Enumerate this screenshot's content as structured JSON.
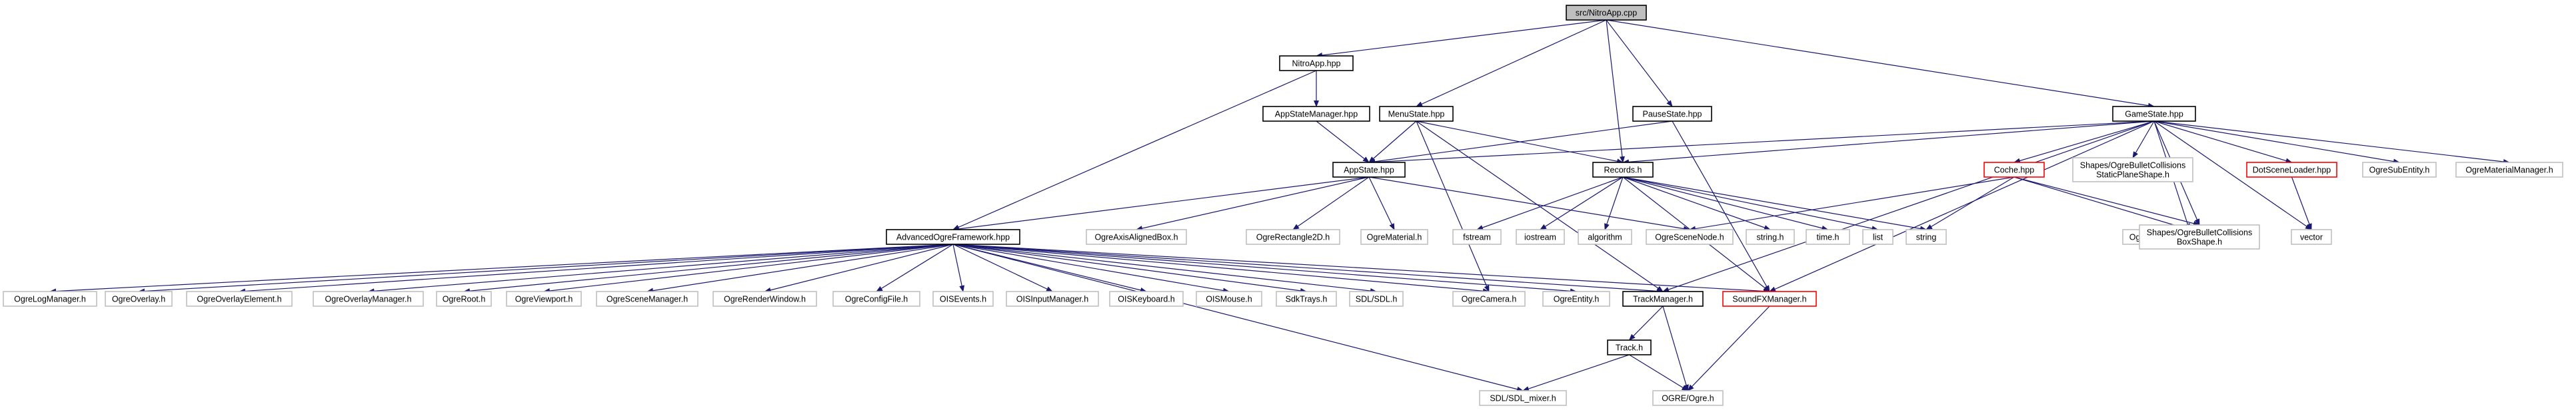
{
  "graph": {
    "root": "src/NitroApp.cpp",
    "colors": {
      "edge": "#191970",
      "border": "#000000",
      "border_grey": "#bfbfbf",
      "border_red": "#ff0000",
      "fill_root": "#bfbfbf",
      "fill": "#ffffff"
    },
    "nodes": [
      {
        "id": "nitroapp_cpp",
        "lines": [
          "src/NitroApp.cpp"
        ],
        "style": "root"
      },
      {
        "id": "nitroapp_hpp",
        "lines": [
          "NitroApp.hpp"
        ],
        "style": "normal"
      },
      {
        "id": "appstatemanager",
        "lines": [
          "AppStateManager.hpp"
        ],
        "style": "normal"
      },
      {
        "id": "menustate",
        "lines": [
          "MenuState.hpp"
        ],
        "style": "normal"
      },
      {
        "id": "pausestate",
        "lines": [
          "PauseState.hpp"
        ],
        "style": "normal"
      },
      {
        "id": "gamestate",
        "lines": [
          "GameState.hpp"
        ],
        "style": "normal"
      },
      {
        "id": "appstate",
        "lines": [
          "AppState.hpp"
        ],
        "style": "normal"
      },
      {
        "id": "records",
        "lines": [
          "Records.h"
        ],
        "style": "normal"
      },
      {
        "id": "coche",
        "lines": [
          "Coche.hpp"
        ],
        "style": "red"
      },
      {
        "id": "staticplane",
        "lines": [
          "Shapes/OgreBulletCollisions",
          "StaticPlaneShape.h"
        ],
        "style": "grey"
      },
      {
        "id": "dotscene",
        "lines": [
          "DotSceneLoader.hpp"
        ],
        "style": "red"
      },
      {
        "id": "ogresubentity",
        "lines": [
          "OgreSubEntity.h"
        ],
        "style": "grey"
      },
      {
        "id": "ogrematerialmanager",
        "lines": [
          "OgreMaterialManager.h"
        ],
        "style": "grey"
      },
      {
        "id": "advancedogre",
        "lines": [
          "AdvancedOgreFramework.hpp"
        ],
        "style": "normal"
      },
      {
        "id": "ogreaxis",
        "lines": [
          "OgreAxisAlignedBox.h"
        ],
        "style": "grey"
      },
      {
        "id": "ogrerect",
        "lines": [
          "OgreRectangle2D.h"
        ],
        "style": "grey"
      },
      {
        "id": "ogrematerial",
        "lines": [
          "OgreMaterial.h"
        ],
        "style": "grey"
      },
      {
        "id": "fstream",
        "lines": [
          "fstream"
        ],
        "style": "grey"
      },
      {
        "id": "iostream",
        "lines": [
          "iostream"
        ],
        "style": "grey"
      },
      {
        "id": "algorithm",
        "lines": [
          "algorithm"
        ],
        "style": "grey"
      },
      {
        "id": "ogrescenenode",
        "lines": [
          "OgreSceneNode.h"
        ],
        "style": "grey"
      },
      {
        "id": "string_h",
        "lines": [
          "string.h"
        ],
        "style": "grey"
      },
      {
        "id": "time_h",
        "lines": [
          "time.h"
        ],
        "style": "grey"
      },
      {
        "id": "list",
        "lines": [
          "list"
        ],
        "style": "grey"
      },
      {
        "id": "string",
        "lines": [
          "string"
        ],
        "style": "grey"
      },
      {
        "id": "ogrebulletrigid",
        "lines": [
          "OgreBulletDynamicsRigidBody.h"
        ],
        "style": "grey"
      },
      {
        "id": "boxshape",
        "lines": [
          "Shapes/OgreBulletCollisions",
          "BoxShape.h"
        ],
        "style": "grey"
      },
      {
        "id": "vector",
        "lines": [
          "vector"
        ],
        "style": "grey"
      },
      {
        "id": "ogrelogmanager",
        "lines": [
          "OgreLogManager.h"
        ],
        "style": "grey"
      },
      {
        "id": "ogreoverlay",
        "lines": [
          "OgreOverlay.h"
        ],
        "style": "grey"
      },
      {
        "id": "ogreoverlayelement",
        "lines": [
          "OgreOverlayElement.h"
        ],
        "style": "grey"
      },
      {
        "id": "ogreoverlaymanager",
        "lines": [
          "OgreOverlayManager.h"
        ],
        "style": "grey"
      },
      {
        "id": "ogreroot",
        "lines": [
          "OgreRoot.h"
        ],
        "style": "grey"
      },
      {
        "id": "ogreviewport",
        "lines": [
          "OgreViewport.h"
        ],
        "style": "grey"
      },
      {
        "id": "ogrescenemanager",
        "lines": [
          "OgreSceneManager.h"
        ],
        "style": "grey"
      },
      {
        "id": "ogrerenderwindow",
        "lines": [
          "OgreRenderWindow.h"
        ],
        "style": "grey"
      },
      {
        "id": "ogreconfigfile",
        "lines": [
          "OgreConfigFile.h"
        ],
        "style": "grey"
      },
      {
        "id": "oisevents",
        "lines": [
          "OISEvents.h"
        ],
        "style": "grey"
      },
      {
        "id": "oisinputmanager",
        "lines": [
          "OISInputManager.h"
        ],
        "style": "grey"
      },
      {
        "id": "oiskeyboard",
        "lines": [
          "OISKeyboard.h"
        ],
        "style": "grey"
      },
      {
        "id": "oismouse",
        "lines": [
          "OISMouse.h"
        ],
        "style": "grey"
      },
      {
        "id": "sdktrays",
        "lines": [
          "SdkTrays.h"
        ],
        "style": "grey"
      },
      {
        "id": "sdl",
        "lines": [
          "SDL/SDL.h"
        ],
        "style": "grey"
      },
      {
        "id": "ogrecamera",
        "lines": [
          "OgreCamera.h"
        ],
        "style": "grey"
      },
      {
        "id": "ogreentity",
        "lines": [
          "OgreEntity.h"
        ],
        "style": "grey"
      },
      {
        "id": "trackmanager",
        "lines": [
          "TrackManager.h"
        ],
        "style": "normal"
      },
      {
        "id": "soundfx",
        "lines": [
          "SoundFXManager.h"
        ],
        "style": "red"
      },
      {
        "id": "track",
        "lines": [
          "Track.h"
        ],
        "style": "normal"
      },
      {
        "id": "sdlmixer",
        "lines": [
          "SDL/SDL_mixer.h"
        ],
        "style": "grey"
      },
      {
        "id": "ogre",
        "lines": [
          "OGRE/Ogre.h"
        ],
        "style": "grey"
      }
    ],
    "edges": [
      [
        "nitroapp_cpp",
        "nitroapp_hpp"
      ],
      [
        "nitroapp_cpp",
        "menustate"
      ],
      [
        "nitroapp_cpp",
        "records"
      ],
      [
        "nitroapp_cpp",
        "pausestate"
      ],
      [
        "nitroapp_cpp",
        "gamestate"
      ],
      [
        "nitroapp_hpp",
        "appstatemanager"
      ],
      [
        "nitroapp_hpp",
        "advancedogre"
      ],
      [
        "appstatemanager",
        "appstate"
      ],
      [
        "menustate",
        "appstate"
      ],
      [
        "menustate",
        "records"
      ],
      [
        "menustate",
        "trackmanager"
      ],
      [
        "menustate",
        "ogrecamera"
      ],
      [
        "pausestate",
        "appstate"
      ],
      [
        "pausestate",
        "soundfx"
      ],
      [
        "gamestate",
        "appstate"
      ],
      [
        "gamestate",
        "records"
      ],
      [
        "gamestate",
        "coche"
      ],
      [
        "gamestate",
        "staticplane"
      ],
      [
        "gamestate",
        "dotscene"
      ],
      [
        "gamestate",
        "ogresubentity"
      ],
      [
        "gamestate",
        "ogrematerialmanager"
      ],
      [
        "gamestate",
        "trackmanager"
      ],
      [
        "gamestate",
        "soundfx"
      ],
      [
        "gamestate",
        "boxshape"
      ],
      [
        "gamestate",
        "vector"
      ],
      [
        "gamestate",
        "ogrebulletrigid"
      ],
      [
        "appstate",
        "advancedogre"
      ],
      [
        "appstate",
        "ogreaxis"
      ],
      [
        "appstate",
        "ogrerect"
      ],
      [
        "appstate",
        "ogrematerial"
      ],
      [
        "appstate",
        "ogrescenenode"
      ],
      [
        "records",
        "fstream"
      ],
      [
        "records",
        "iostream"
      ],
      [
        "records",
        "algorithm"
      ],
      [
        "records",
        "string_h"
      ],
      [
        "records",
        "time_h"
      ],
      [
        "records",
        "list"
      ],
      [
        "records",
        "string"
      ],
      [
        "records",
        "soundfx"
      ],
      [
        "coche",
        "ogrescenenode"
      ],
      [
        "coche",
        "string"
      ],
      [
        "coche",
        "ogrebulletrigid"
      ],
      [
        "coche",
        "boxshape"
      ],
      [
        "dotscene",
        "vector"
      ],
      [
        "advancedogre",
        "ogrelogmanager"
      ],
      [
        "advancedogre",
        "ogreoverlay"
      ],
      [
        "advancedogre",
        "ogreoverlayelement"
      ],
      [
        "advancedogre",
        "ogreoverlaymanager"
      ],
      [
        "advancedogre",
        "ogreroot"
      ],
      [
        "advancedogre",
        "ogreviewport"
      ],
      [
        "advancedogre",
        "ogrescenemanager"
      ],
      [
        "advancedogre",
        "ogrerenderwindow"
      ],
      [
        "advancedogre",
        "ogreconfigfile"
      ],
      [
        "advancedogre",
        "oisevents"
      ],
      [
        "advancedogre",
        "oisinputmanager"
      ],
      [
        "advancedogre",
        "oiskeyboard"
      ],
      [
        "advancedogre",
        "oismouse"
      ],
      [
        "advancedogre",
        "sdktrays"
      ],
      [
        "advancedogre",
        "sdl"
      ],
      [
        "advancedogre",
        "ogrecamera"
      ],
      [
        "advancedogre",
        "ogreentity"
      ],
      [
        "advancedogre",
        "trackmanager"
      ],
      [
        "advancedogre",
        "soundfx"
      ],
      [
        "advancedogre",
        "sdlmixer"
      ],
      [
        "trackmanager",
        "track"
      ],
      [
        "trackmanager",
        "ogre"
      ],
      [
        "track",
        "ogre"
      ],
      [
        "track",
        "sdlmixer"
      ],
      [
        "soundfx",
        "ogre"
      ]
    ]
  }
}
